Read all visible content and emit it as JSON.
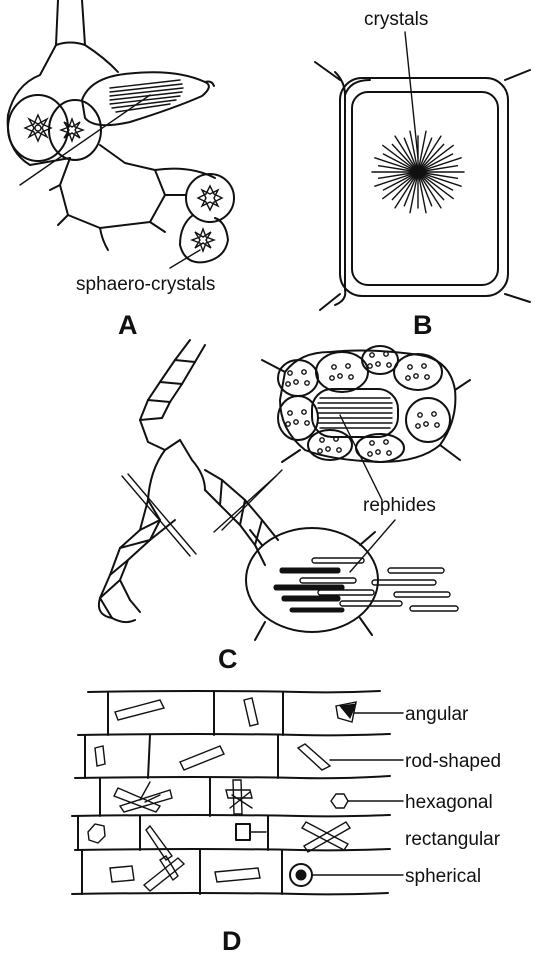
{
  "panels": {
    "a": {
      "letter": "A",
      "labels": {
        "sphaero": "sphaero-crystals"
      }
    },
    "b": {
      "letter": "B",
      "labels": {
        "crystals": "crystals"
      }
    },
    "c": {
      "letter": "C",
      "labels": {
        "rephides": "rephides"
      }
    },
    "d": {
      "letter": "D",
      "labels": {
        "angular": "angular",
        "rod_shaped": "rod-shaped",
        "hexagonal": "hexagonal",
        "rectangular": "rectangular",
        "spherical": "spherical"
      }
    }
  }
}
